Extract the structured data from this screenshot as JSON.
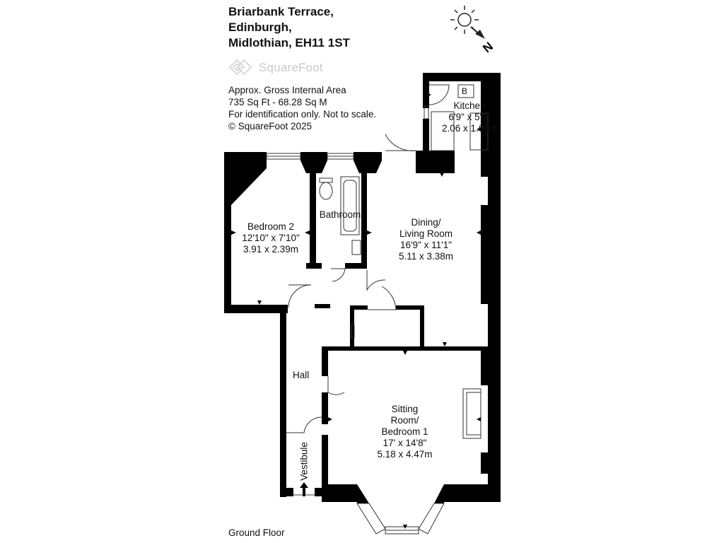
{
  "address": {
    "line1": "Briarbank Terrace,",
    "line2": "Edinburgh,",
    "line3": "Midlothian, EH11 1ST"
  },
  "brand": {
    "logo_text": "SquareFoot"
  },
  "area_info": {
    "line1": "Approx. Gross Internal Area",
    "line2": "735 Sq Ft  -  68.28 Sq M",
    "line3": "For identification only. Not to scale.",
    "line4": "© SquareFoot 2025"
  },
  "compass": {
    "label": "N"
  },
  "floor": {
    "label": "Ground Floor"
  },
  "rooms": {
    "kitchen": {
      "name": "Kitchen",
      "imperial": "6'9\" x 5'6\"",
      "metric": "2.06 x 1.68m",
      "boiler": "B"
    },
    "bedroom2": {
      "name": "Bedroom 2",
      "imperial": "12'10\" x 7'10\"",
      "metric": "3.91 x 2.39m"
    },
    "bathroom": {
      "name": "Bathroom"
    },
    "dining": {
      "name1": "Dining/",
      "name2": "Living Room",
      "imperial": "16'9\" x 11'1\"",
      "metric": "5.11 x 3.38m"
    },
    "hall": {
      "name": "Hall"
    },
    "sitting": {
      "name1": "Sitting",
      "name2": "Room/",
      "name3": "Bedroom 1",
      "imperial": "17' x 14'8\"",
      "metric": "5.18 x 4.47m"
    },
    "vestibule": {
      "name": "Vestibule"
    }
  }
}
